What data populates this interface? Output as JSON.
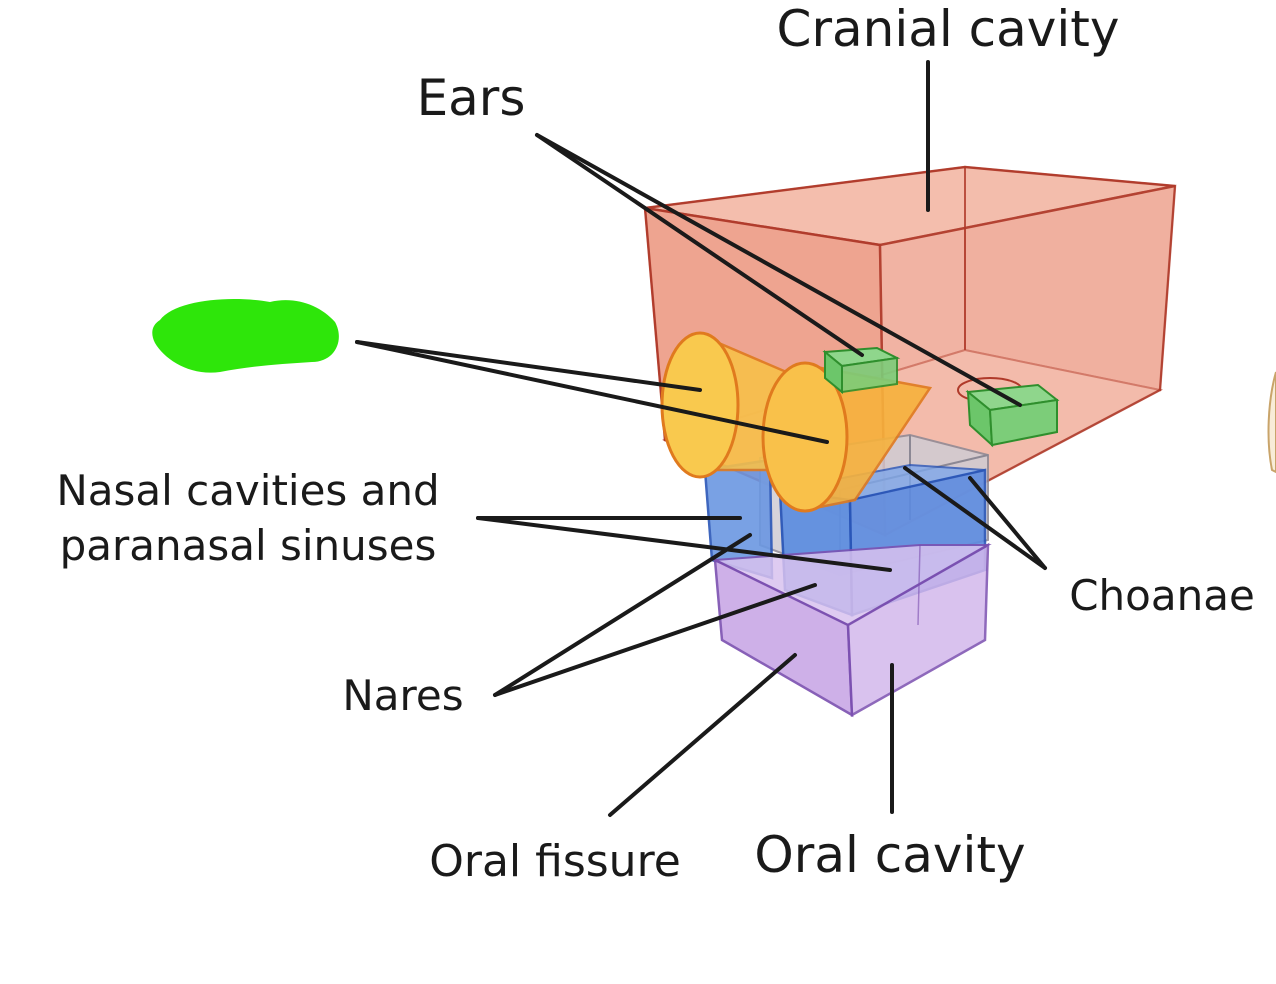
{
  "labels": {
    "cranial_cavity": "Cranial cavity",
    "ears": "Ears",
    "nasal_line1": "Nasal cavities and",
    "nasal_line2": "paranasal sinuses",
    "choanae": "Choanae",
    "nares": "Nares",
    "oral_fissure": "Oral fissure",
    "oral_cavity": "Oral cavity"
  },
  "colors": {
    "cranial_fill": "#f0a18e",
    "cranial_stroke": "#b03a2a",
    "orbit_fill": "#f8b73c",
    "orbit_stroke": "#e07a1e",
    "ear_fill": "#6cc66a",
    "ear_stroke": "#2f8f2d",
    "nasal_fill": "#5f8fe0",
    "nasal_stroke": "#2a56b8",
    "choanae_fill": "#c9c6cf",
    "choanae_stroke": "#8c8894",
    "oral_fill": "#c9a8e6",
    "oral_stroke": "#7b4fb0",
    "redaction_mark": "#2ee60a",
    "leader_lines": "#1a1a1a"
  }
}
